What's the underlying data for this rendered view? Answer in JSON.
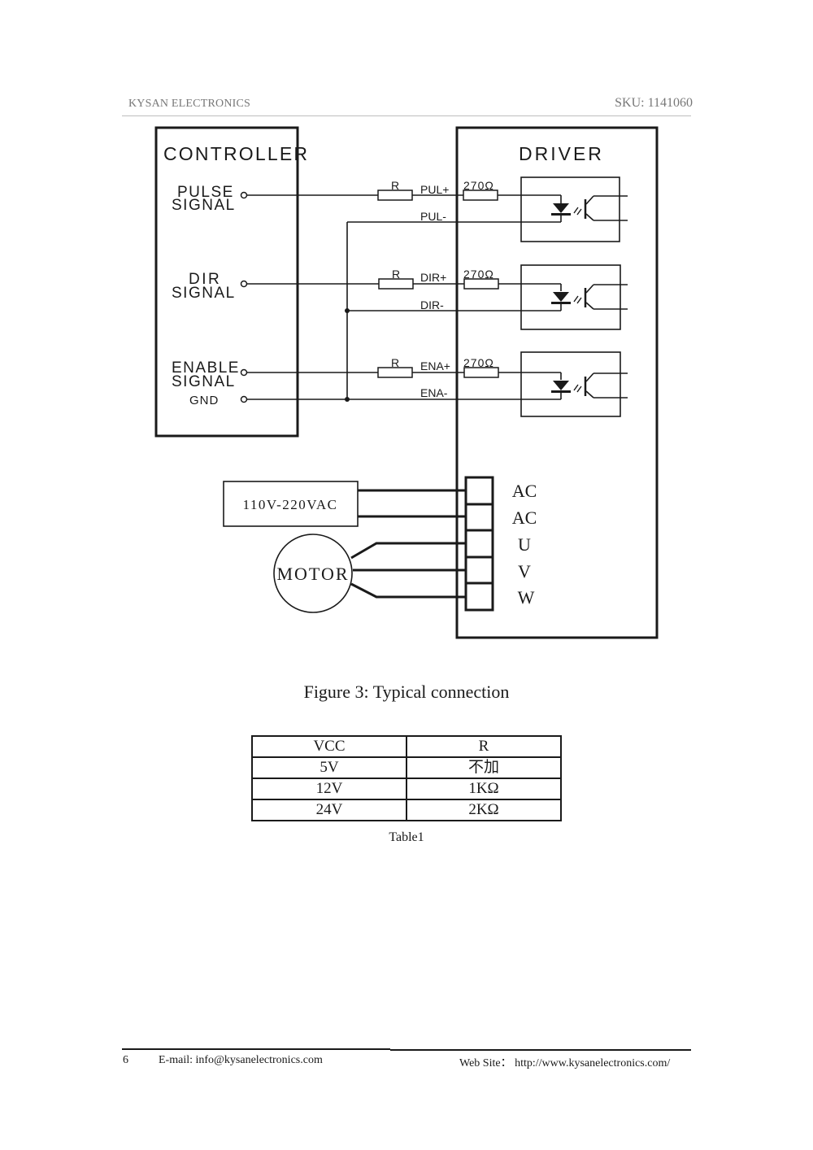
{
  "header": {
    "company": "KYSAN ELECTRONICS",
    "sku": "SKU: 1141060"
  },
  "diagram": {
    "controller": {
      "title": "CONTROLLER",
      "pulse_line1": "PULSE",
      "pulse_line2": "SIGNAL",
      "dir_line1": "DIR",
      "dir_line2": "SIGNAL",
      "enable_line1": "ENABLE",
      "enable_line2": "SIGNAL",
      "gnd": "GND"
    },
    "driver": {
      "title": "DRIVER",
      "channels": [
        {
          "plus": "PUL+",
          "minus": "PUL-",
          "external_resistor": "R",
          "internal_resistor": "270Ω"
        },
        {
          "plus": "DIR+",
          "minus": "DIR-",
          "external_resistor": "R",
          "internal_resistor": "270Ω"
        },
        {
          "plus": "ENA+",
          "minus": "ENA-",
          "external_resistor": "R",
          "internal_resistor": "270Ω"
        }
      ],
      "terminals": [
        "AC",
        "AC",
        "U",
        "V",
        "W"
      ]
    },
    "power_supply": "110V-220VAC",
    "motor": "MOTOR"
  },
  "figure_caption": "Figure 3: Typical connection",
  "table": {
    "headers": [
      "VCC",
      "R"
    ],
    "rows": [
      [
        "5V",
        "不加"
      ],
      [
        "12V",
        "1KΩ"
      ],
      [
        "24V",
        "2KΩ"
      ]
    ],
    "caption": "Table1"
  },
  "footer": {
    "page_number": "6",
    "email": "E-mail: info@kysanelectronics.com",
    "website": "Web Site： http://www.kysanelectronics.com/"
  }
}
